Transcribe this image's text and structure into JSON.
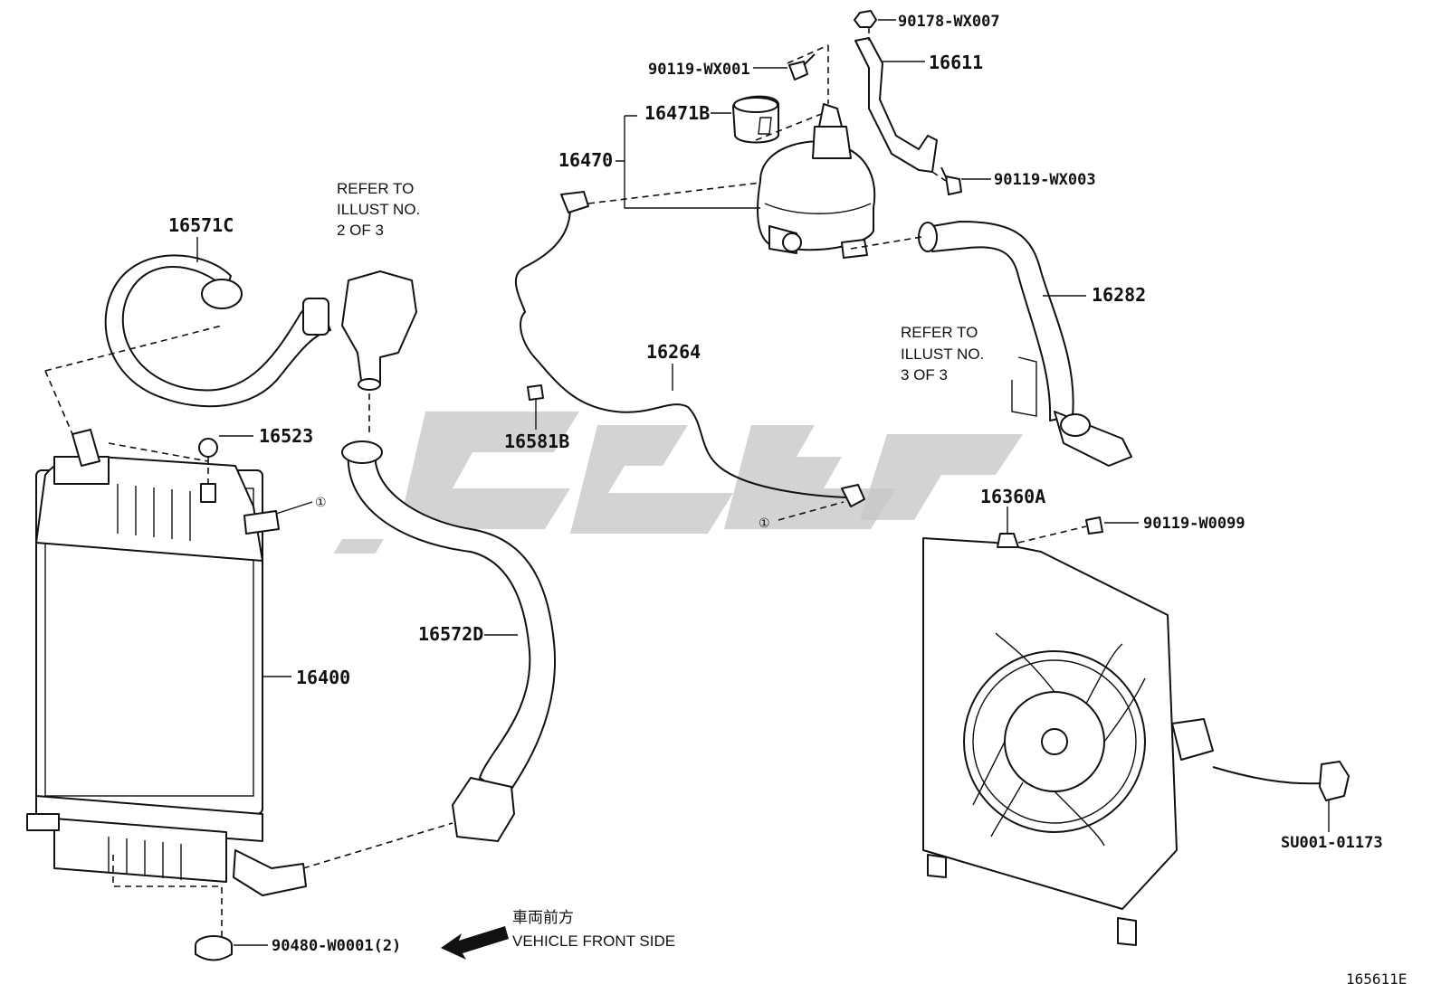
{
  "labels": {
    "p90178_wx007": "90178-WX007",
    "p16611": "16611",
    "p90119_wx001": "90119-WX001",
    "p16471b": "16471B",
    "p16470": "16470",
    "p90119_wx003": "90119-WX003",
    "p16571c": "16571C",
    "p16282": "16282",
    "p16264": "16264",
    "p16523": "16523",
    "p16581b": "16581B",
    "p16360a": "16360A",
    "p90119_w0099": "90119-W0099",
    "p16572d": "16572D",
    "p16400": "16400",
    "psu001_01173": "SU001-01173",
    "p90480_w0001": "90480-W0001(2)"
  },
  "refer_notes": {
    "note_2of3": [
      "REFER TO",
      "ILLUST NO.",
      "2 OF 3"
    ],
    "note_3of3": [
      "REFER TO",
      "ILLUST NO.",
      "3 OF 3"
    ]
  },
  "reference_marks": {
    "mark1": "①"
  },
  "orientation": {
    "japanese": "車両前方",
    "english": "VEHICLE FRONT SIDE"
  },
  "figure_code": "165611E"
}
